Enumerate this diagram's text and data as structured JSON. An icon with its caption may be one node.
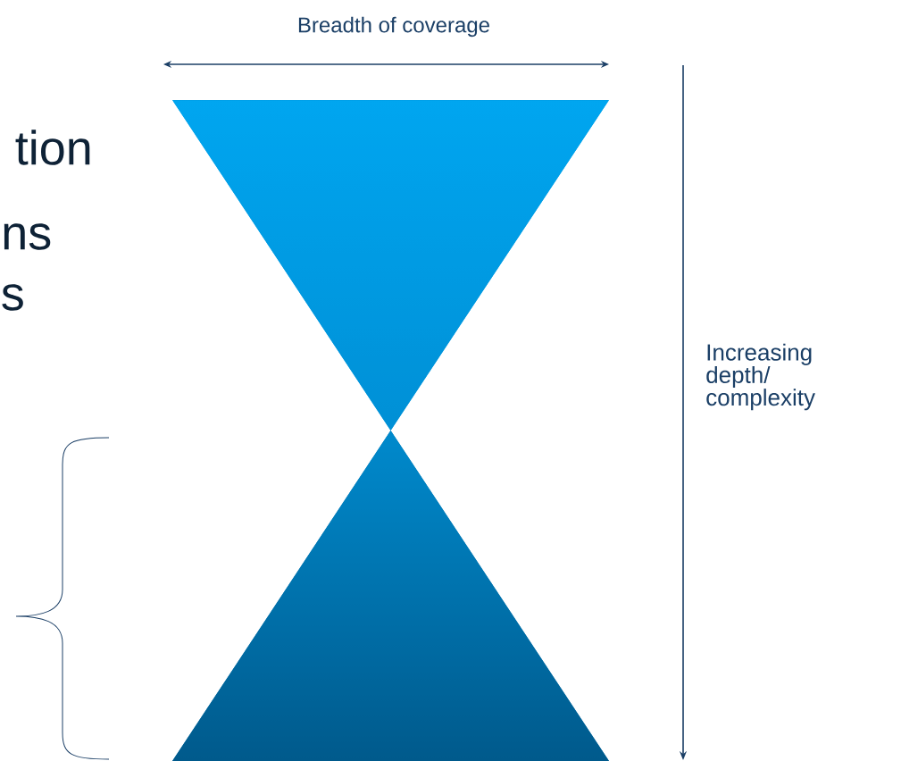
{
  "diagram": {
    "labels": [
      "Breadth of coverage",
      "tion",
      "ns",
      "s",
      "Increasing depth/ complexity"
    ]
  }
}
